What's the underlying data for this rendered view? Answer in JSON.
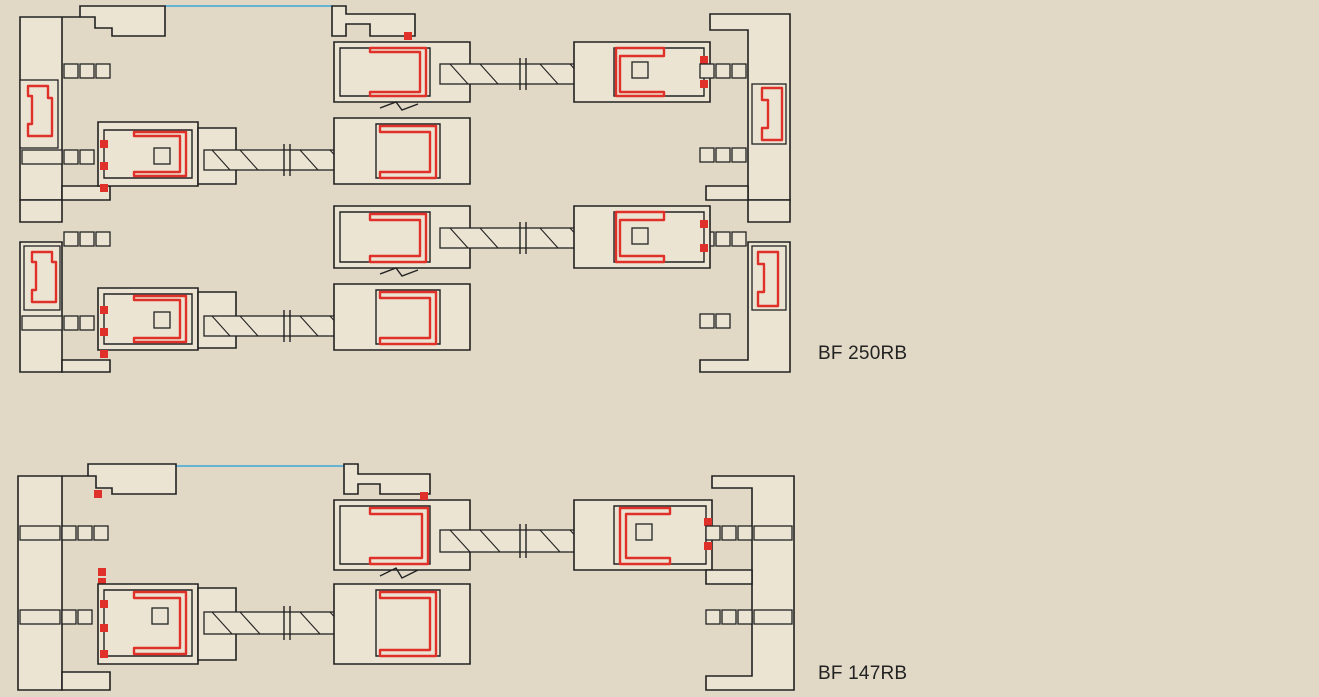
{
  "drawings": [
    {
      "label": "BF 250RB",
      "rows": 2
    },
    {
      "label": "BF 147RB",
      "rows": 1
    }
  ],
  "colors": {
    "background": "#e1d9c6",
    "profile_fill": "#ece4d2",
    "profile_stroke": "#222222",
    "reinforcement": "#e0302a",
    "gasket": "#e0302a",
    "track_line": "#3aa6d8"
  }
}
